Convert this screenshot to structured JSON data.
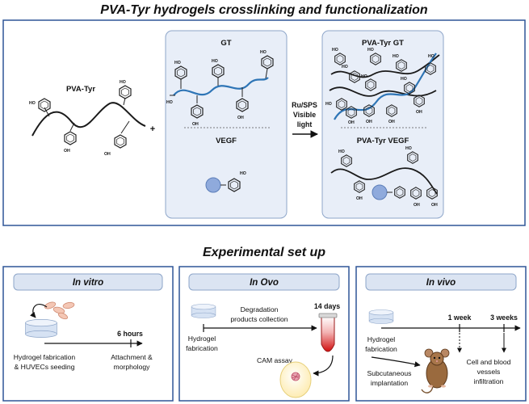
{
  "top": {
    "title": "PVA-Tyr hydrogels crosslinking and functionalization",
    "pva_tyr": "PVA-Tyr",
    "plus": "+",
    "gt": "GT",
    "vegf": "VEGF",
    "reaction_1": "Ru/SPS",
    "reaction_2": "Visible",
    "reaction_3": "light",
    "product_gt": "PVA-Tyr GT",
    "product_vegf": "PVA-Tyr VEGF",
    "ho": "HO",
    "oh": "OH"
  },
  "bottom": {
    "title": "Experimental set up",
    "in_vitro": {
      "heading": "In vitro",
      "time": "6 hours",
      "fab_1": "Hydrogel fabrication",
      "fab_2": "& HUVECs seeding",
      "out_1": "Attachment &",
      "out_2": "morphology"
    },
    "in_ovo": {
      "heading": "In Ovo",
      "deg_1": "Degradation",
      "deg_2": "products collection",
      "time": "14 days",
      "fab_1": "Hydrogel",
      "fab_2": "fabrication",
      "cam": "CAM assay"
    },
    "in_vivo": {
      "heading": "In vivo",
      "time_1": "1 week",
      "time_2": "3 weeks",
      "fab_1": "Hydrogel",
      "fab_2": "fabrication",
      "sub_1": "Subcutaneous",
      "sub_2": "implantation",
      "cell_1": "Cell and blood",
      "cell_2": "vessels",
      "cell_3": "infiltration"
    }
  },
  "colors": {
    "frame": "#2f5597",
    "panel_fill": "#e8eef8",
    "panel_stroke": "#8ea6c9",
    "header_fill": "#dbe4f2",
    "blue_chain": "#2e75b6",
    "vegf_ball": "#8faadc",
    "red_tube": "#e02020",
    "egg": "#fff6cc"
  }
}
